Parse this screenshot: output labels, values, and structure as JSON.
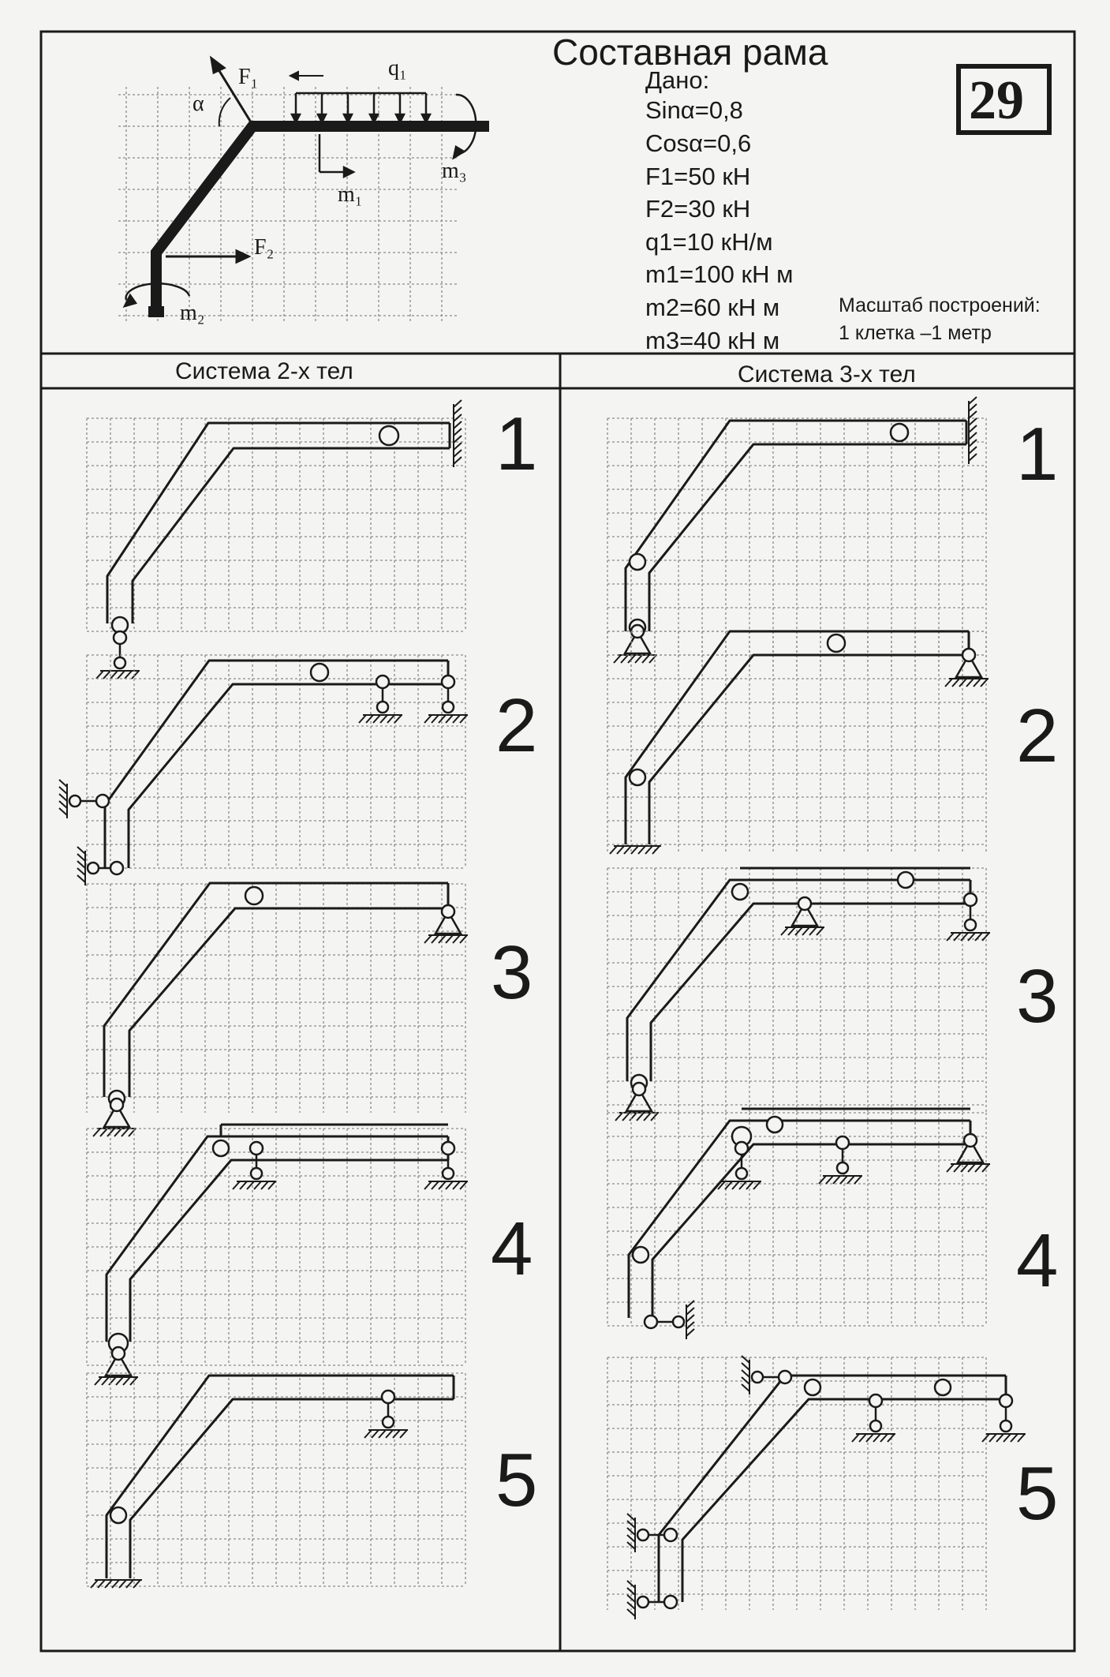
{
  "title": "Составная рама",
  "variant_badge": "29",
  "given": {
    "heading": "Дано:",
    "sin": "Sinα=0,8",
    "cos": "Cosα=0,6",
    "f1": "F1=50 кН",
    "f2": "F2=30 кН",
    "q1": "q1=10 кН/м",
    "m1": "m1=100 кН м",
    "m2": "m2=60 кН м",
    "m3": "m3=40 кН м"
  },
  "scale": {
    "heading": "Масштаб построений:",
    "value": "1 клетка –1 метр"
  },
  "loading_labels": {
    "f1": "F₁",
    "f2": "F₂",
    "q1": "q₁",
    "m1": "m₁",
    "m2": "m₂",
    "m3": "m₃",
    "alpha": "α"
  },
  "columns": [
    {
      "header": "Система 2-х тел",
      "schemes": [
        "1",
        "2",
        "3",
        "4",
        "5"
      ]
    },
    {
      "header": "Система 3-х тел",
      "schemes": [
        "1",
        "2",
        "3",
        "4",
        "5"
      ]
    }
  ]
}
